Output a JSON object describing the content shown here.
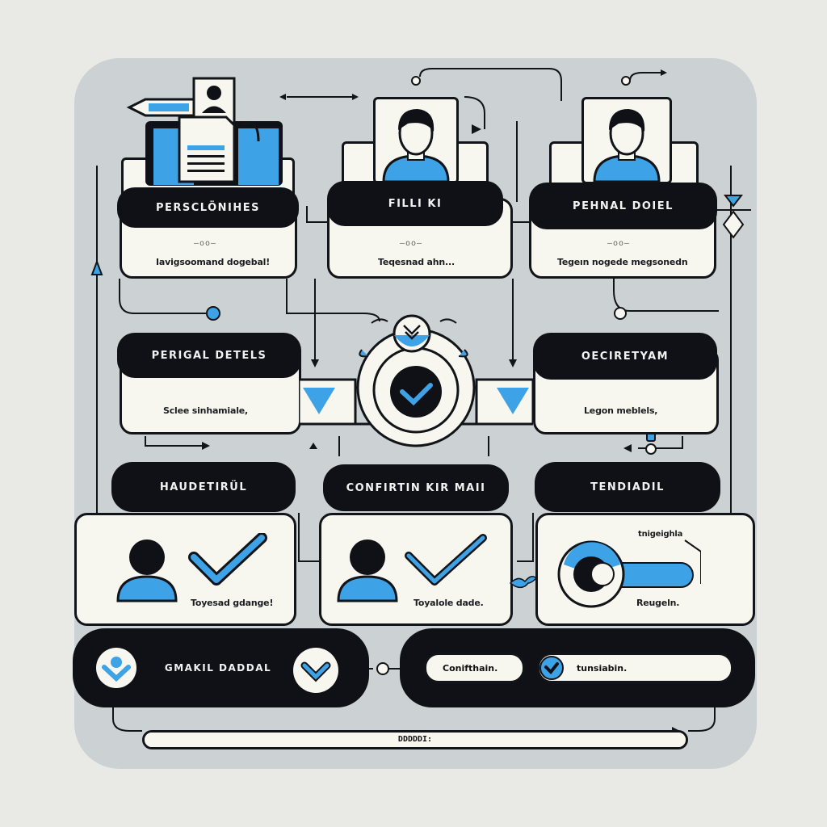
{
  "colors": {
    "accent": "#3ea2e6",
    "dark": "#0f1116",
    "paper": "#f8f7ef",
    "board": "#ccd1d3"
  },
  "row1": [
    {
      "title": "PERSCLÖNIHES",
      "dots": "—oo—",
      "caption": "Iavigsoomand dogebal!",
      "icon": "document-stack-icon"
    },
    {
      "title": "FILLI KI",
      "dots": "—oo—",
      "caption": "Teqesnad ahn...",
      "icon": "user-portrait-icon"
    },
    {
      "title": "PEHNAL DOIEL",
      "dots": "—oo—",
      "caption": "Tegeın nogede megsonedn",
      "icon": "user-portrait-icon"
    }
  ],
  "row2": [
    {
      "title": "PERIGAL DETELS",
      "caption": "Sclee sinhamiale,"
    },
    {
      "title": "OECIRETYAM",
      "caption": "Legon meblels,"
    }
  ],
  "row3": [
    {
      "title": "HAUDETIRÜL",
      "caption": "Toyesad gdange!"
    },
    {
      "title": "CONFIRTIN KIR MAII",
      "caption": "Toyalole dade."
    },
    {
      "title": "TENDIADIL",
      "caption": "Reugeln.",
      "toggle_label": "tnigeighla"
    }
  ],
  "bottom": {
    "band_label": "GMAKIL DADDAL",
    "confirm_field": "Conifthain.",
    "second_field": "tunsiabin.",
    "progress_label": "DDDDDI:",
    "progress_value": 1.0
  }
}
